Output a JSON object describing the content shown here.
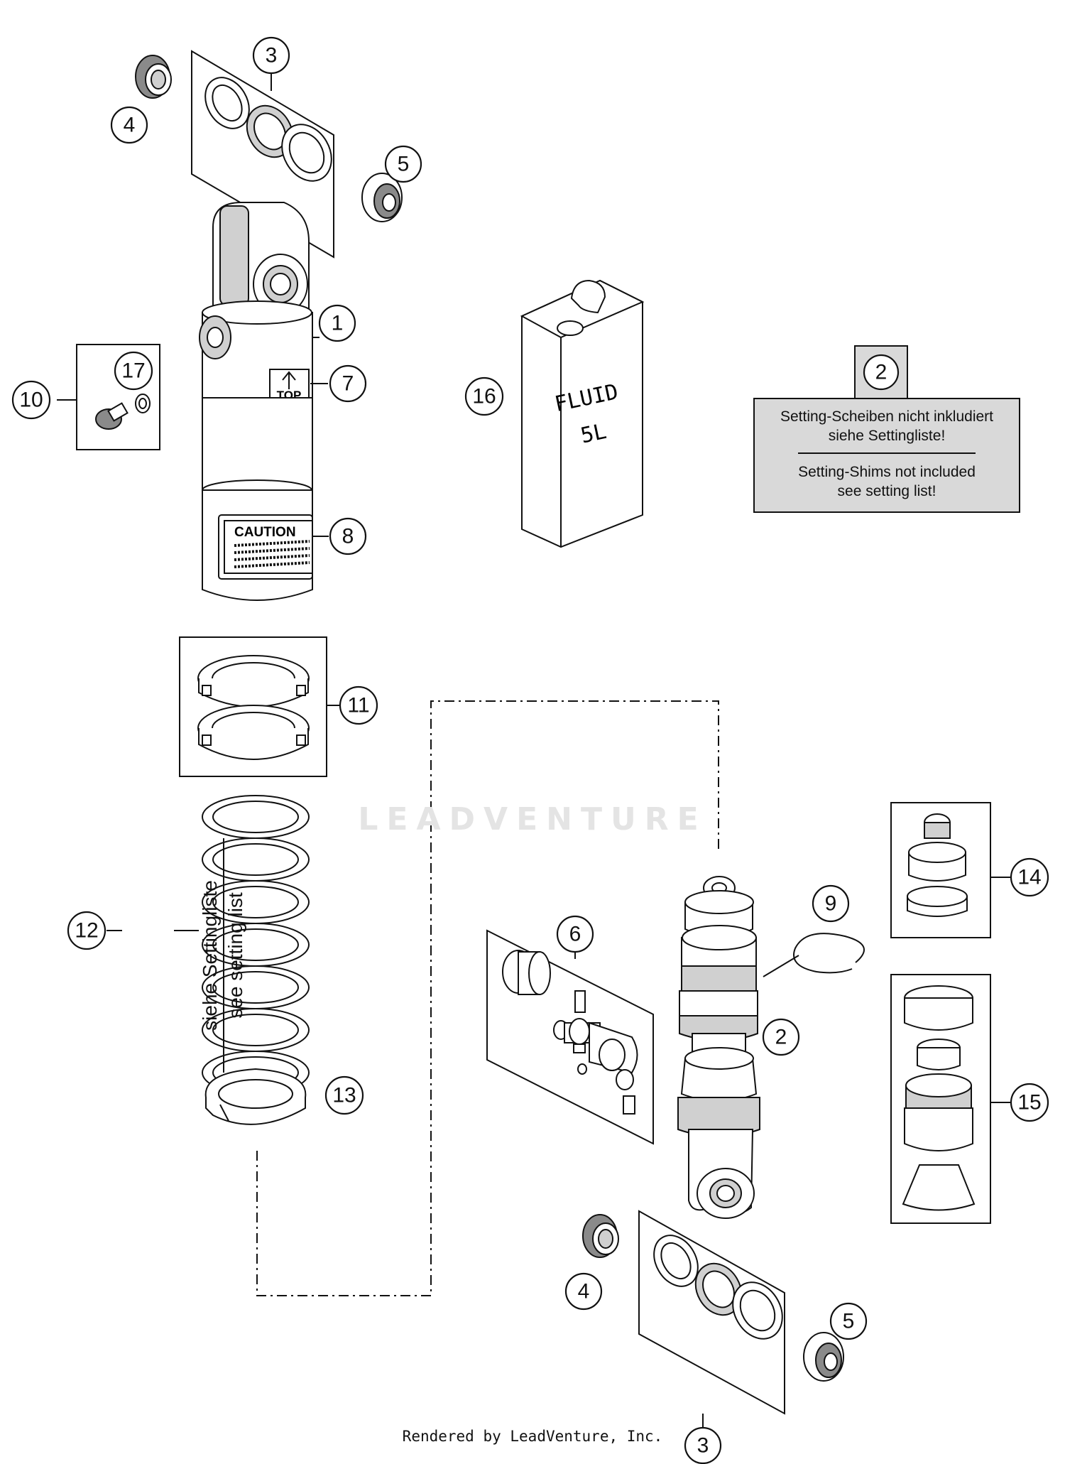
{
  "callouts": [
    {
      "id": "c1",
      "label": "1"
    },
    {
      "id": "c2a",
      "label": "2"
    },
    {
      "id": "c2b",
      "label": "2"
    },
    {
      "id": "c3a",
      "label": "3"
    },
    {
      "id": "c3b",
      "label": "3"
    },
    {
      "id": "c4a",
      "label": "4"
    },
    {
      "id": "c4b",
      "label": "4"
    },
    {
      "id": "c5a",
      "label": "5"
    },
    {
      "id": "c5b",
      "label": "5"
    },
    {
      "id": "c6",
      "label": "6"
    },
    {
      "id": "c7",
      "label": "7"
    },
    {
      "id": "c8",
      "label": "8"
    },
    {
      "id": "c9",
      "label": "9"
    },
    {
      "id": "c10",
      "label": "10"
    },
    {
      "id": "c11",
      "label": "11"
    },
    {
      "id": "c12",
      "label": "12"
    },
    {
      "id": "c13",
      "label": "13"
    },
    {
      "id": "c14",
      "label": "14"
    },
    {
      "id": "c15",
      "label": "15"
    },
    {
      "id": "c16",
      "label": "16"
    },
    {
      "id": "c17",
      "label": "17"
    }
  ],
  "note": {
    "de_line1": "Setting-Scheiben nicht inkludiert",
    "de_line2": "siehe Settingliste!",
    "en_line1": "Setting-Shims not included",
    "en_line2": "see setting list!"
  },
  "spring_label": {
    "line1": "siehe Settingliste",
    "line2": "see setting list"
  },
  "shock_labels": {
    "top": "TOP",
    "caution": "CAUTION"
  },
  "can_label": {
    "line1": "FLUID",
    "line2": "5L"
  },
  "watermark": "LEADVENTURE",
  "footer": "Rendered by LeadVenture, Inc."
}
